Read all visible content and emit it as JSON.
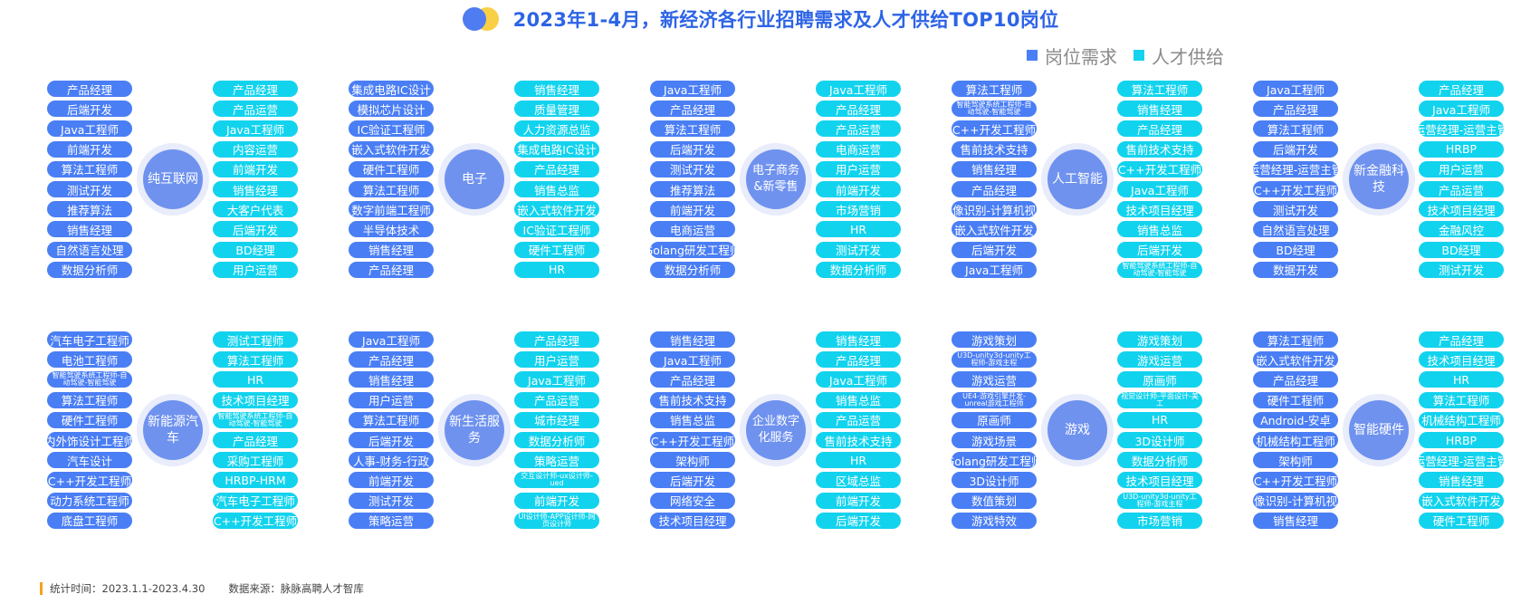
{
  "title": "2023年1-4月，新经济各行业招聘需求及人才供给TOP10岗位",
  "legend": {
    "demand": "岗位需求",
    "supply": "人才供给"
  },
  "colors": {
    "demand": "#4a7ef5",
    "supply": "#12d3ee",
    "title": "#2d64e6"
  },
  "footer": {
    "period": "统计时间：2023.1.1-2023.4.30",
    "source": "数据来源：脉脉高聘人才智库"
  },
  "industries": [
    {
      "name": "纯互联网",
      "demand": [
        "产品经理",
        "后端开发",
        "Java工程师",
        "前端开发",
        "算法工程师",
        "测试开发",
        "推荐算法",
        "销售经理",
        "自然语言处理",
        "数据分析师"
      ],
      "supply": [
        "产品经理",
        "产品运营",
        "Java工程师",
        "内容运营",
        "前端开发",
        "销售经理",
        "大客户代表",
        "后端开发",
        "BD经理",
        "用户运营"
      ]
    },
    {
      "name": "电子",
      "demand": [
        "集成电路IC设计",
        "模拟芯片设计",
        "IC验证工程师",
        "嵌入式软件开发",
        "硬件工程师",
        "算法工程师",
        "数字前端工程师",
        "半导体技术",
        "销售经理",
        "产品经理"
      ],
      "supply": [
        "销售经理",
        "质量管理",
        "人力资源总监",
        "集成电路IC设计",
        "产品经理",
        "销售总监",
        "嵌入式软件开发",
        "IC验证工程师",
        "硬件工程师",
        "HR"
      ]
    },
    {
      "name": "电子商务&新零售",
      "demand": [
        "Java工程师",
        "产品经理",
        "算法工程师",
        "后端开发",
        "测试开发",
        "推荐算法",
        "前端开发",
        "电商运营",
        "Golang研发工程师",
        "数据分析师"
      ],
      "supply": [
        "Java工程师",
        "产品经理",
        "产品运营",
        "电商运营",
        "用户运营",
        "前端开发",
        "市场营销",
        "HR",
        "测试开发",
        "数据分析师"
      ]
    },
    {
      "name": "人工智能",
      "demand": [
        "算法工程师",
        "智能驾驶系统工程师-自动驾驶-智能驾驶",
        "C++开发工程师",
        "售前技术支持",
        "销售经理",
        "产品经理",
        "图像识别-计算机视觉",
        "嵌入式软件开发",
        "后端开发",
        "Java工程师"
      ],
      "supply": [
        "算法工程师",
        "销售经理",
        "产品经理",
        "售前技术支持",
        "C++开发工程师",
        "Java工程师",
        "技术项目经理",
        "销售总监",
        "后端开发",
        "智能驾驶系统工程师-自动驾驶-智能驾驶"
      ]
    },
    {
      "name": "新金融科技",
      "demand": [
        "Java工程师",
        "产品经理",
        "算法工程师",
        "后端开发",
        "运营经理-运营主管",
        "C++开发工程师",
        "测试开发",
        "自然语言处理",
        "BD经理",
        "数据开发"
      ],
      "supply": [
        "产品经理",
        "Java工程师",
        "运营经理-运营主管",
        "HRBP",
        "用户运营",
        "产品运营",
        "技术项目经理",
        "金融风控",
        "BD经理",
        "测试开发"
      ]
    },
    {
      "name": "新能源汽车",
      "demand": [
        "汽车电子工程师",
        "电池工程师",
        "智能驾驶系统工程师-自动驾驶-智能驾驶",
        "算法工程师",
        "硬件工程师",
        "内外饰设计工程师",
        "汽车设计",
        "C++开发工程师",
        "动力系统工程师",
        "底盘工程师"
      ],
      "supply": [
        "测试工程师",
        "算法工程师",
        "HR",
        "技术项目经理",
        "智能驾驶系统工程师-自动驾驶-智能驾驶",
        "产品经理",
        "采购工程师",
        "HRBP-HRM",
        "汽车电子工程师",
        "C++开发工程师"
      ]
    },
    {
      "name": "新生活服务",
      "demand": [
        "Java工程师",
        "产品经理",
        "销售经理",
        "用户运营",
        "算法工程师",
        "后端开发",
        "人事-财务-行政",
        "前端开发",
        "测试开发",
        "策略运营"
      ],
      "supply": [
        "产品经理",
        "用户运营",
        "Java工程师",
        "产品运营",
        "城市经理",
        "数据分析师",
        "策略运营",
        "交互设计师-ux设计师-ued",
        "前端开发",
        "UI设计师-APP设计师-网页设计师"
      ]
    },
    {
      "name": "企业数字化服务",
      "demand": [
        "销售经理",
        "Java工程师",
        "产品经理",
        "售前技术支持",
        "销售总监",
        "C++开发工程师",
        "架构师",
        "后端开发",
        "网络安全",
        "技术项目经理"
      ],
      "supply": [
        "销售经理",
        "产品经理",
        "Java工程师",
        "销售总监",
        "产品运营",
        "售前技术支持",
        "HR",
        "区域总监",
        "前端开发",
        "后端开发"
      ]
    },
    {
      "name": "游戏",
      "demand": [
        "游戏策划",
        "U3D-unity3d-unity工程师-游戏主程",
        "游戏运营",
        "UE4-游戏引擎开发-unreal游戏工程师",
        "原画师",
        "游戏场景",
        "Golang研发工程师",
        "3D设计师",
        "数值策划",
        "游戏特效"
      ],
      "supply": [
        "游戏策划",
        "游戏运营",
        "原画师",
        "视觉设计师-平面设计-美工",
        "HR",
        "3D设计师",
        "数据分析师",
        "技术项目经理",
        "U3D-unity3d-unity工程师-游戏主程",
        "市场营销"
      ]
    },
    {
      "name": "智能硬件",
      "demand": [
        "算法工程师",
        "嵌入式软件开发",
        "产品经理",
        "硬件工程师",
        "Android-安卓",
        "机械结构工程师",
        "架构师",
        "C++开发工程师",
        "图像识别-计算机视觉",
        "销售经理"
      ],
      "supply": [
        "产品经理",
        "技术项目经理",
        "HR",
        "算法工程师",
        "机械结构工程师",
        "HRBP",
        "运营经理-运营主管",
        "销售经理",
        "嵌入式软件开发",
        "硬件工程师"
      ]
    }
  ]
}
